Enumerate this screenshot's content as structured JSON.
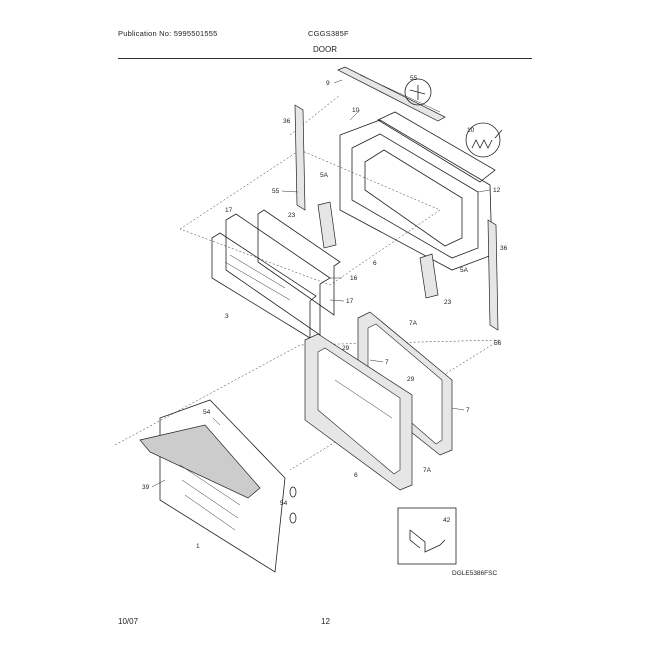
{
  "header": {
    "publication": "Publication No: 5995501555",
    "model": "CGGS385F",
    "section": "DOOR"
  },
  "diagram": {
    "callouts": [
      "9",
      "55",
      "10",
      "36",
      "5A",
      "10",
      "12",
      "55",
      "17",
      "23",
      "6",
      "36",
      "5A",
      "16",
      "23",
      "17",
      "56",
      "3",
      "7A",
      "29",
      "7",
      "29",
      "7",
      "54",
      "6",
      "7A",
      "39",
      "54",
      "1",
      "42"
    ],
    "figure_id": "DGLE5386FSC"
  },
  "footer": {
    "date": "10/07",
    "page": "12"
  }
}
